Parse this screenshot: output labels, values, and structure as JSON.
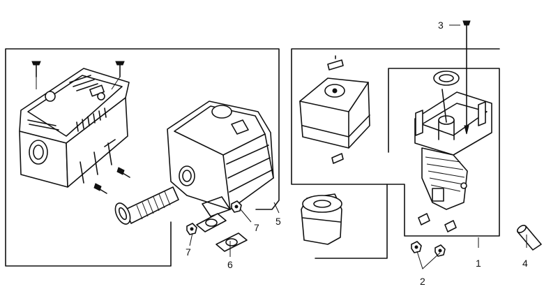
{
  "callouts": {
    "c1": "1",
    "c2": "2",
    "c3": "3",
    "c4": "4",
    "c5": "5",
    "c6": "6",
    "c7a": "7",
    "c7b": "7"
  }
}
